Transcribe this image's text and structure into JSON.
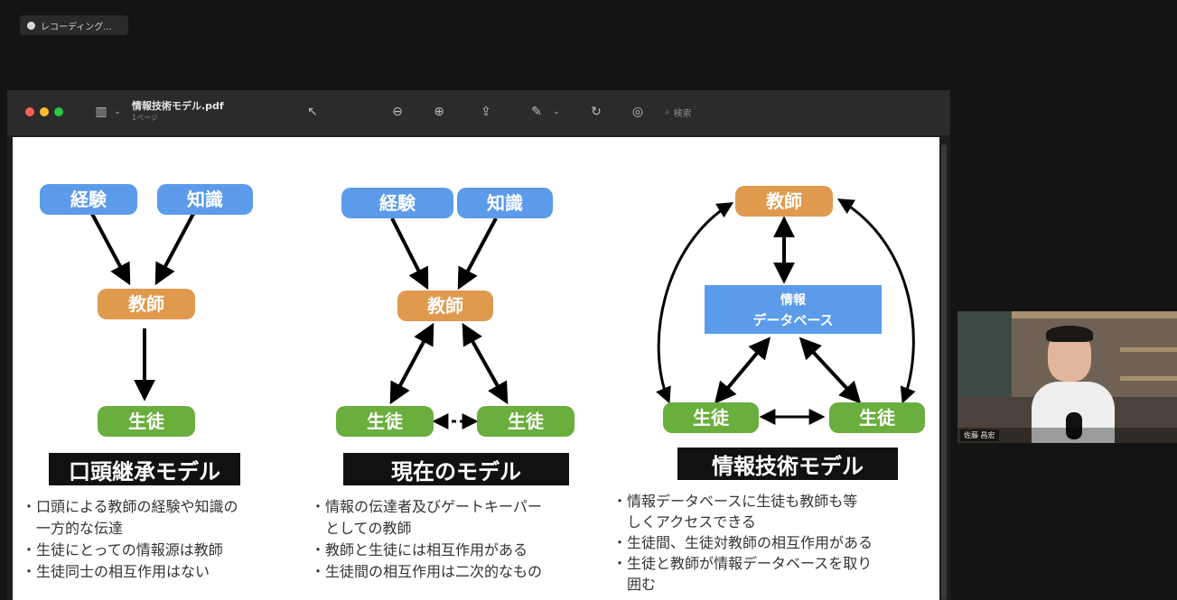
{
  "recording": {
    "label": "レコーディング..."
  },
  "window": {
    "title": "情報技術モデル.pdf",
    "subtitle": "1ページ",
    "search_placeholder": "検索"
  },
  "slide": {
    "models": [
      {
        "heading": "口頭継承モデル",
        "nodes": {
          "experience": "経験",
          "knowledge": "知識",
          "teacher": "教師",
          "student": "生徒"
        },
        "bullets": [
          "・口頭による教師の経験や知識の",
          "　一方的な伝達",
          "・生徒にとっての情報源は教師",
          "・生徒同士の相互作用はない"
        ]
      },
      {
        "heading": "現在のモデル",
        "nodes": {
          "experience": "経験",
          "knowledge": "知識",
          "teacher": "教師",
          "student_left": "生徒",
          "student_right": "生徒"
        },
        "bullets": [
          "・情報の伝達者及びゲートキーパー",
          "　としての教師",
          "・教師と生徒には相互作用がある",
          "・生徒間の相互作用は二次的なもの"
        ]
      },
      {
        "heading": "情報技術モデル",
        "nodes": {
          "teacher": "教師",
          "database_line1": "情報",
          "database_line2": "データベース",
          "student_left": "生徒",
          "student_right": "生徒"
        },
        "bullets": [
          "・情報データベースに生徒も教師も等",
          "　しくアクセスできる",
          "・生徒間、生徒対教師の相互作用がある",
          "・生徒と教師が情報データベースを取り",
          "　囲む"
        ]
      }
    ]
  },
  "webcam": {
    "name_label": "佐藤 昌宏"
  },
  "colors": {
    "blue": "#5b9bea",
    "orange": "#e09a4e",
    "green": "#6aae3d",
    "db_blue": "#5b9bea"
  }
}
